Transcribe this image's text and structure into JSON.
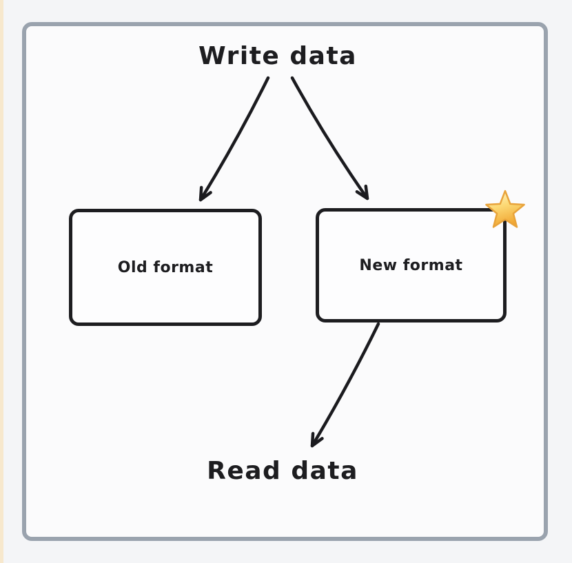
{
  "page": {
    "background_color": "#f4f5f7",
    "left_accent_strip_color": "#f7e8cd",
    "frame": {
      "border_color": "#9aa3ae",
      "fill_color": "#fbfbfc"
    }
  },
  "diagram": {
    "ink_color": "#1d1d20",
    "top_label": "Write data",
    "bottom_label": "Read data",
    "nodes": [
      {
        "id": "old-format",
        "label": "Old format",
        "badge": null
      },
      {
        "id": "new-format",
        "label": "New format",
        "badge": "gold-star"
      }
    ],
    "star_badge": {
      "name": "gold-star",
      "fill_top": "#fff6c9",
      "fill_bottom": "#f0a42f",
      "stroke": "#e8a33b"
    },
    "arrows": [
      {
        "from": "Write data",
        "to": "Old format"
      },
      {
        "from": "Write data",
        "to": "New format"
      },
      {
        "from": "New format",
        "to": "Read data"
      }
    ]
  }
}
